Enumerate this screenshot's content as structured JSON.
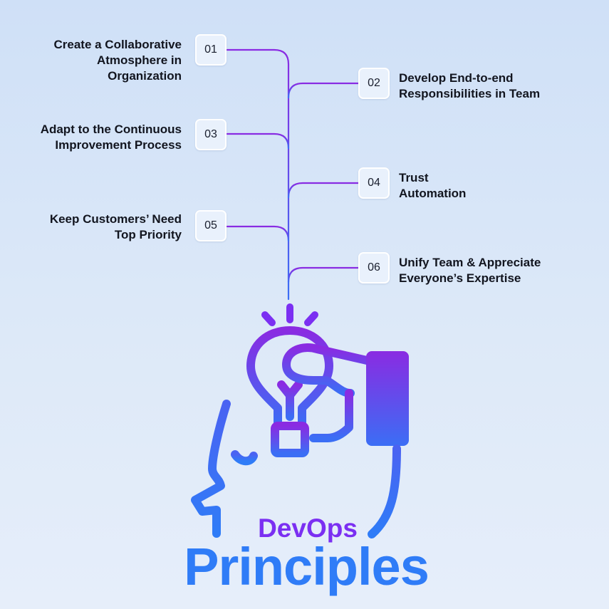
{
  "principles": [
    {
      "number": "01",
      "text": "Create a Collaborative\nAtmosphere in\nOrganization",
      "side": "left"
    },
    {
      "number": "02",
      "text": "Develop End-to-end\nResponsibilities in Team",
      "side": "right"
    },
    {
      "number": "03",
      "text": "Adapt to the Continuous\nImprovement Process",
      "side": "left"
    },
    {
      "number": "04",
      "text": "Trust\nAutomation",
      "side": "right"
    },
    {
      "number": "05",
      "text": "Keep Customers’ Need\nTop Priority",
      "side": "left"
    },
    {
      "number": "06",
      "text": "Unify Team & Appreciate\nEveryone’s Expertise",
      "side": "right"
    }
  ],
  "title": {
    "line1": "DevOps",
    "line2": "Principles"
  },
  "colors": {
    "line_purple": "#8a2be2",
    "line_blue": "#3b6ef5",
    "title_purple": "#7b2ff2",
    "title_blue": "#2f7cf7"
  },
  "icons": [
    "lightbulb-icon",
    "hand-icon",
    "head-profile-icon"
  ]
}
